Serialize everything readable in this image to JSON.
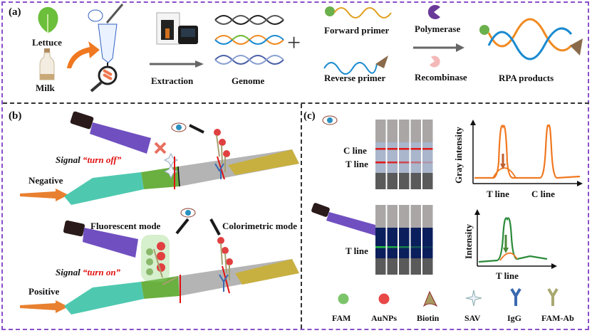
{
  "panels": {
    "a": "(a)",
    "b": "(b)",
    "c": "(c)"
  },
  "panel_a": {
    "sources": [
      "Lettuce",
      "Milk"
    ],
    "extraction_label": "Extraction",
    "genome_label": "Genome",
    "plus": "+",
    "forward_primer": "Forward primer",
    "reverse_primer": "Reverse primer",
    "polymerase": "Polymerase",
    "recombinase": "Recombinase",
    "products": "RPA products"
  },
  "panel_b": {
    "signal_off_prefix": "Signal ",
    "signal_off_quote": "“turn off”",
    "negative": "Negative",
    "fluorescent_mode": "Fluorescent mode",
    "colorimetric_mode": "Colorimetric mode",
    "signal_on_prefix": "Signal ",
    "signal_on_quote": "“turn on”",
    "positive": "Positive"
  },
  "panel_c": {
    "c_line": "C line",
    "t_line": "T line",
    "t_line_fluor": "T line",
    "gray_chart": {
      "ylabel": "Gray intensity",
      "xticks": [
        "T line",
        "C line"
      ]
    },
    "fluor_chart": {
      "ylabel": "Intensity",
      "xticks": [
        "T line"
      ]
    },
    "t_line_opacity": [
      1.0,
      0.9,
      0.7,
      0.45,
      0.2
    ],
    "fluor_line_opacity": [
      1.0,
      0.85,
      0.6,
      0.35,
      0.15
    ]
  },
  "legend": [
    "FAM",
    "AuNPs",
    "Biotin",
    "SAV",
    "IgG",
    "FAM-Ab"
  ],
  "colors": {
    "frame": "#8a4fc9",
    "orange": "#f07820",
    "red": "#e01010",
    "green": "#2a8a3a",
    "navy": "#0b1f5c"
  }
}
